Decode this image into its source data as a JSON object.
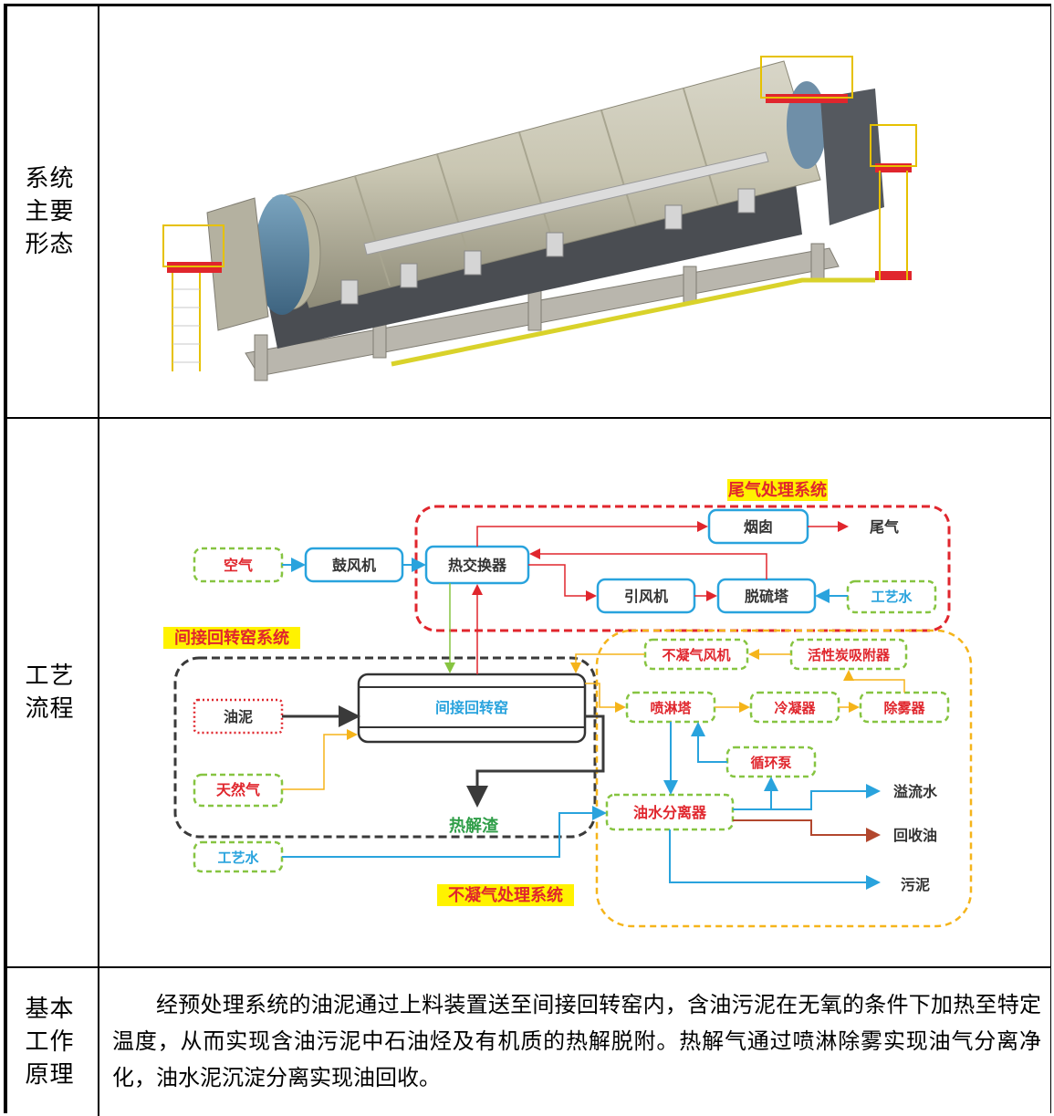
{
  "rows": {
    "form": {
      "label": "系统\n主要\n形态"
    },
    "process": {
      "label": "工艺\n流程"
    },
    "principle": {
      "label": "基本\n工作\n原理",
      "text": "经预处理系统的油泥通过上料装置送至间接回转窑内，含油污泥在无氧的条件下加热至特定温度，从而实现含油污泥中石油烃及有机质的热解脱附。热解气通过喷淋除雾实现油气分离净化，油水泥沉淀分离实现油回收。"
    }
  },
  "diagram": {
    "systems": {
      "tail_gas": "尾气处理系统",
      "kiln": "间接回转窑系统",
      "noncondensable": "不凝气处理系统"
    },
    "nodes": {
      "air": "空气",
      "blower": "鼓风机",
      "heat_exchanger": "热交换器",
      "chimney": "烟囱",
      "tail_gas_out": "尾气",
      "induced_fan": "引风机",
      "desulfurizer": "脱硫塔",
      "process_water_top": "工艺水",
      "sludge_in": "油泥",
      "kiln": "间接回转窑",
      "natural_gas": "天然气",
      "pyrolysis_residue": "热解渣",
      "process_water_bottom": "工艺水",
      "nc_fan": "不凝气风机",
      "activated_carbon": "活性炭吸附器",
      "spray_tower": "喷淋塔",
      "condenser": "冷凝器",
      "demister": "除雾器",
      "circ_pump": "循环泵",
      "oil_water_separator": "油水分离器",
      "overflow_water": "溢流水",
      "recovered_oil": "回收油",
      "sludge_out": "污泥"
    },
    "colors": {
      "blue": "#29a3dd",
      "green": "#86c441",
      "red": "#e0262d",
      "orange": "#f5b41a",
      "dark": "#3a3a3a",
      "highlight": "#fff200"
    }
  }
}
